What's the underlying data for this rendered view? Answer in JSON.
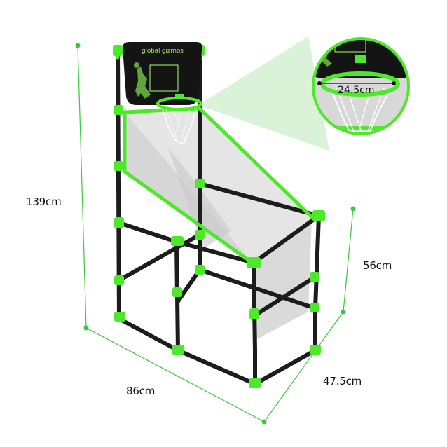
{
  "product": {
    "brand": "global gizmos",
    "type": "arcade basketball game frame"
  },
  "colors": {
    "accent": "#3bd43b",
    "tube_green": "#4ee82a",
    "tube_black": "#1c1c1c",
    "net_gray": "#d9d9d9",
    "backboard": "#141414",
    "dimension_line": "#39c93a"
  },
  "dimensions": {
    "height": "139cm",
    "width": "86cm",
    "depth": "47.5cm",
    "front_height": "56cm",
    "hoop_diameter": "24.5cm"
  },
  "callout": {
    "label": "24.5cm",
    "subject": "hoop"
  }
}
